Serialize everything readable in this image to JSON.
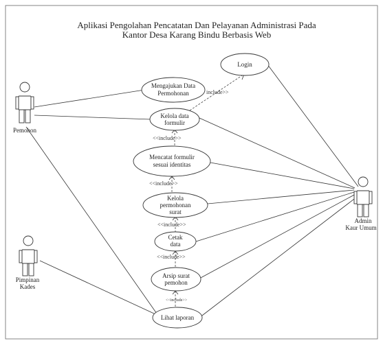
{
  "diagram": {
    "title_line1": "Aplikasi Pengolahan Pencatatan Dan Pelayanan Administrasi Pada",
    "title_line2": "Kantor Desa Karang Bindu Berbasis Web"
  },
  "actors": {
    "pemohon": "Pemohon",
    "pimpinan_line1": "Pimpinan",
    "pimpinan_line2": "Kades",
    "admin_line1": "Admin",
    "admin_line2": "Kaur Umum"
  },
  "use_cases": {
    "login": "Login",
    "mengajukan_line1": "Mengajukan Data",
    "mengajukan_line2": "Permohonan",
    "kelola_formulir_line1": "Kelola data",
    "kelola_formulir_line2": "formulir",
    "mencatat_line1": "Mencatat formulir",
    "mencatat_line2": "sesuai identitas",
    "kelola_permohonan_line1": "Kelola",
    "kelola_permohonan_line2": "permohonan",
    "kelola_permohonan_line3": "surat",
    "cetak_line1": "Cetak",
    "cetak_line2": "data",
    "arsip_line1": "Arsip surat",
    "arsip_line2": "pemohon",
    "lihat_laporan": "Lihat laporan"
  },
  "relations": {
    "include_login": "include>>",
    "include_1": "<<include>>",
    "include_2": "<<include>>",
    "include_3": "<<include>>",
    "include_4": "<<include>>",
    "include_5": "<<include>>"
  }
}
